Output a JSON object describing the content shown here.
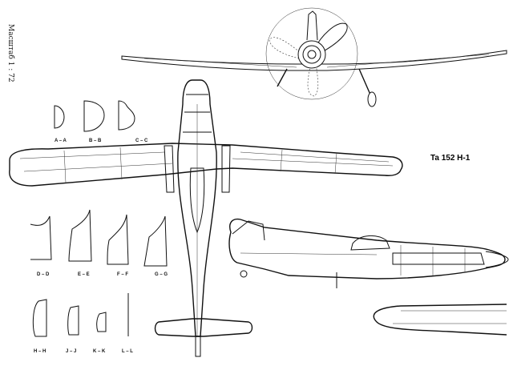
{
  "scale_note": "Масштаб 1 : 72",
  "title": "Ta 152 H-1",
  "sections_top": [
    "A – A",
    "B – B",
    "C – C"
  ],
  "sections_mid": [
    "D – D",
    "E – E",
    "F – F",
    "G – G"
  ],
  "sections_bottom": [
    "H – H",
    "J – J",
    "K – K",
    "L – L"
  ]
}
